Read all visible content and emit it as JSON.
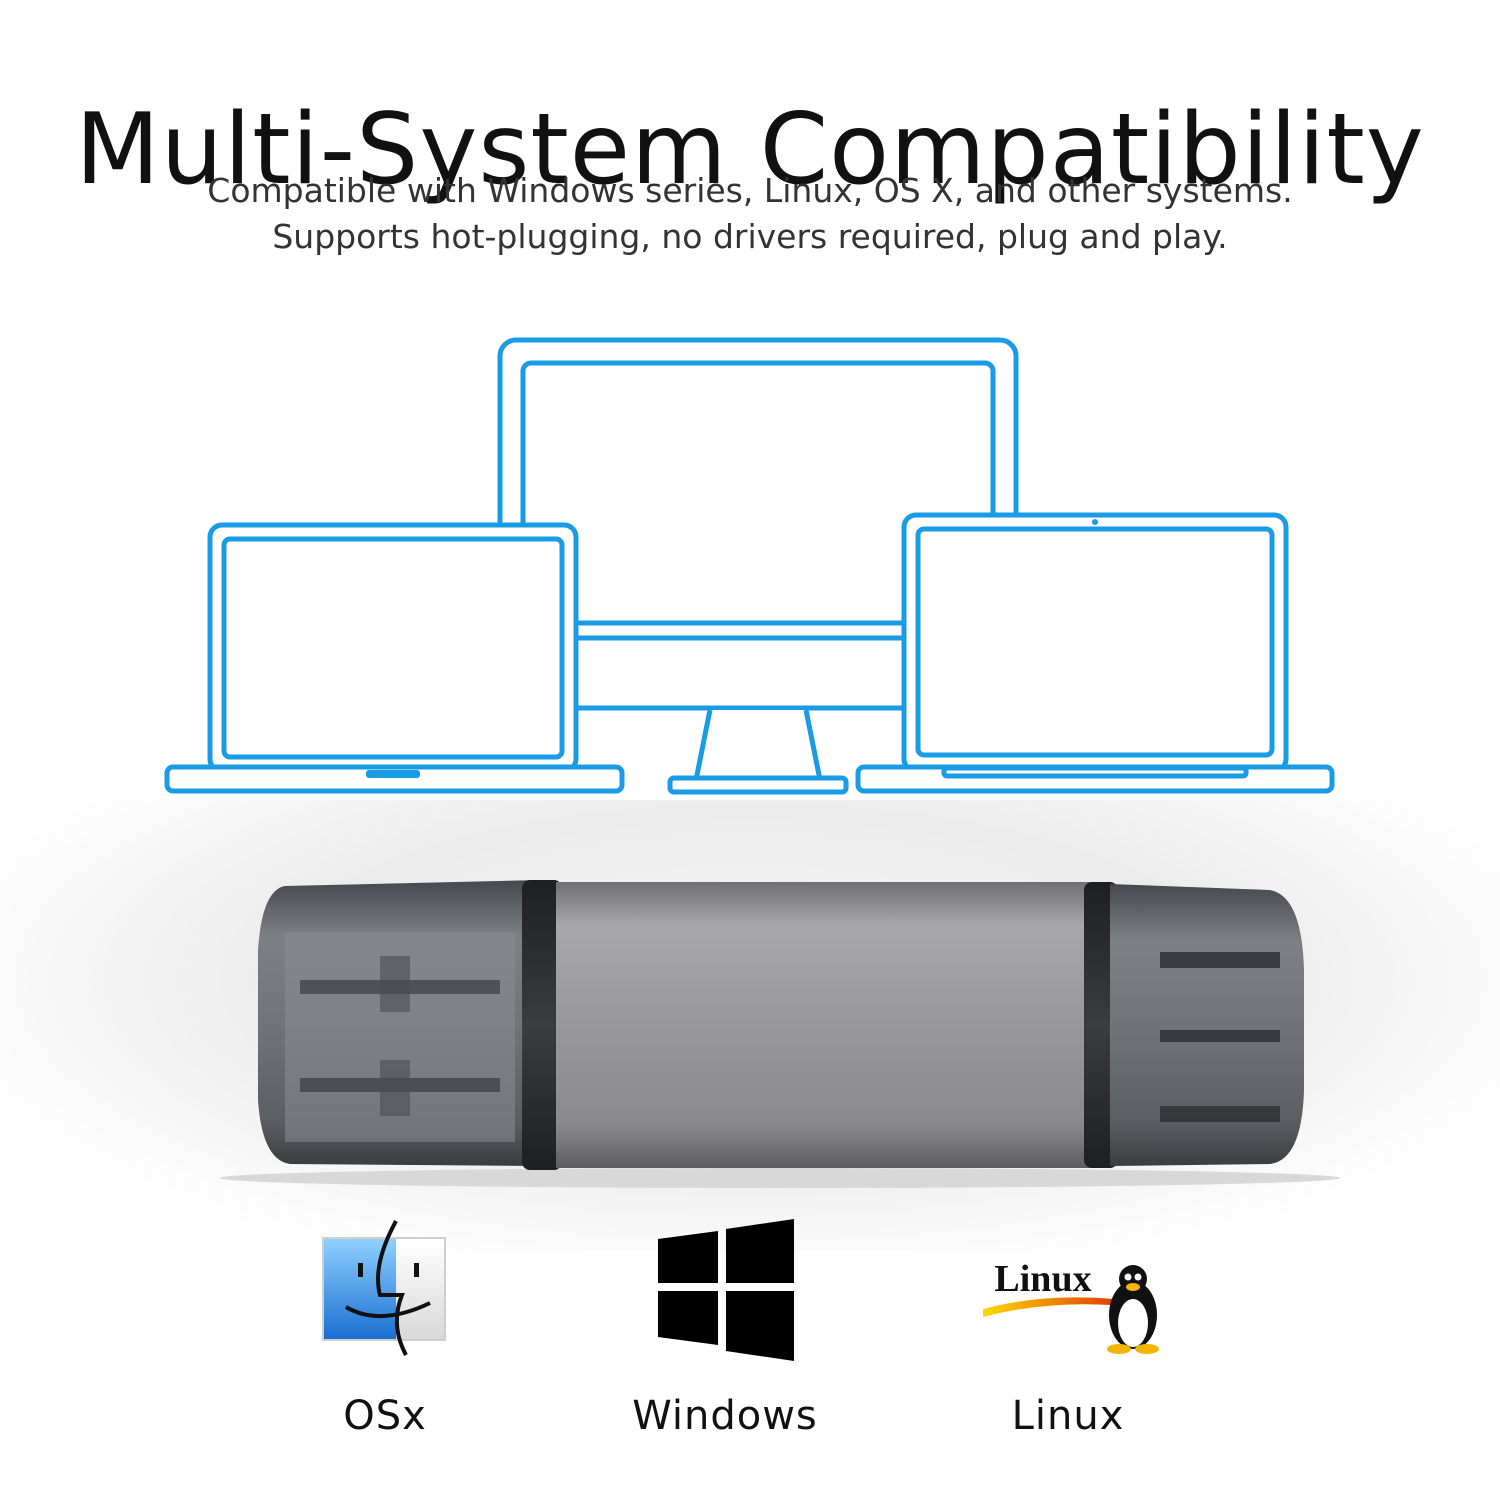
{
  "header": {
    "title": "Multi-System Compatibility",
    "subtitle_line1": "Compatible with Windows series, Linux, OS X, and other systems.",
    "subtitle_line2": "Supports hot-plugging, no drivers required, plug and play."
  },
  "colors": {
    "device_outline": "#1a9be6",
    "text": "#111111",
    "body_metal": "#8e8e92",
    "cap_smoke": "#5c5f63"
  },
  "devices": {
    "icons": [
      "laptop-left-icon",
      "desktop-monitor-icon",
      "laptop-right-icon"
    ]
  },
  "systems": [
    {
      "label": "OSx",
      "icon": "finder-icon"
    },
    {
      "label": "Windows",
      "icon": "windows-icon"
    },
    {
      "label": "Linux",
      "icon": "linux-tux-icon",
      "logo_text": "Linux"
    }
  ]
}
